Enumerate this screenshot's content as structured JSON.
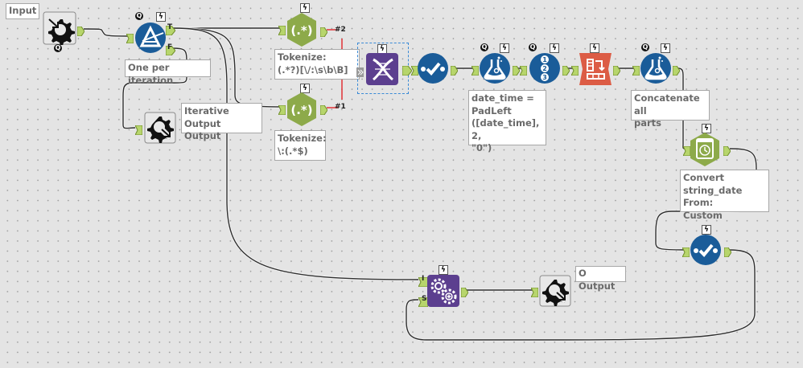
{
  "canvas": {
    "background": "#e4e4e4",
    "connection_color": "#2e2e2e",
    "highlight_connection_color": "#e2262b",
    "selection_color": "#3a8ad6"
  },
  "colors": {
    "blue_tool": "#1a5c99",
    "green_tool": "#8daa4a",
    "purple_tool": "#5c3f8f",
    "orange_tool": "#dc5c45",
    "anchor_green": "#b7d56c",
    "annotation_text": "#6a6a6a"
  },
  "badges": {
    "bolt": "ϟ",
    "q": "Q"
  },
  "tools": {
    "input": {
      "label": "Input",
      "icon": "macro-input-icon",
      "badge_q": "Q"
    },
    "filter": {
      "icon": "filter-icon",
      "annotation": "One per iteration",
      "port_true": "T",
      "port_false": "F"
    },
    "iterative_output": {
      "icon": "macro-output-icon",
      "annotation": "Iterative Output\nOutput"
    },
    "regex_top": {
      "icon": "regex-icon",
      "glyph": "(.*)",
      "annotation": "Tokenize:\n(.*?)[\\/:\\s\\b\\B]",
      "out_label": "#2"
    },
    "regex_bottom": {
      "icon": "regex-icon",
      "glyph": "(.*)",
      "annotation": "Tokenize:\n\\:(.*$)",
      "out_label": "#1"
    },
    "join_multiple": {
      "icon": "dna-icon"
    },
    "select_1": {
      "icon": "select-icon"
    },
    "formula_1": {
      "icon": "formula-icon",
      "annotation": "date_time =\nPadLeft\n([date_time], 2,\n\"0\")"
    },
    "record_id": {
      "icon": "record-id-icon",
      "digits": [
        "1",
        "2",
        "3"
      ]
    },
    "cross_tab": {
      "icon": "cross-tab-icon"
    },
    "formula_2": {
      "icon": "formula-icon",
      "annotation": "Concatenate all\nparts"
    },
    "datetime": {
      "icon": "datetime-icon",
      "annotation": "Convert\nstring_date From:\nCustom"
    },
    "select_2": {
      "icon": "select-icon"
    },
    "iterative_macro": {
      "icon": "iterative-macro-icon",
      "port_i": "I",
      "port_s": "S"
    },
    "o_output": {
      "icon": "macro-output-icon",
      "annotation": "O Output"
    }
  }
}
